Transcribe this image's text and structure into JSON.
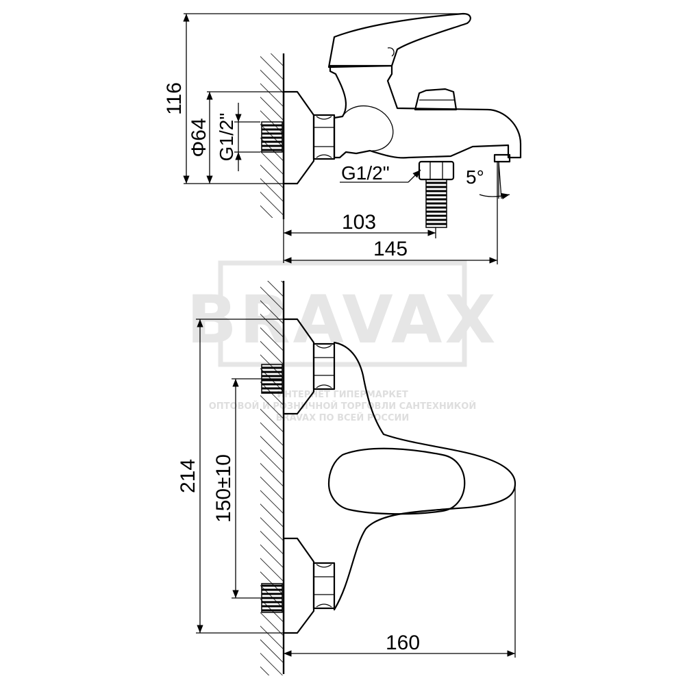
{
  "watermark": {
    "brand": "BRAVAX",
    "lines": [
      "ИНТЕРНЕТ ГИПЕРМАРКЕТ",
      "ОПТОВОЙ И РОЗНИЧНОЙ ТОРГОВЛИ САНТЕХНИКОЙ",
      "BRAVAX ПО ВСЕЙ РОССИИ"
    ]
  },
  "side_view": {
    "height": "116",
    "diameter": "Φ64",
    "inlet_thread": "G1/2\"",
    "outlet_thread": "G1/2\"",
    "spout_angle": "5°",
    "outlet_depth": "103",
    "total_depth": "145"
  },
  "top_view": {
    "total_width": "214",
    "center_distance": "150±10",
    "projection": "160"
  },
  "colors": {
    "line": "#000000",
    "background": "#ffffff",
    "watermark": "#e6e6e6"
  }
}
